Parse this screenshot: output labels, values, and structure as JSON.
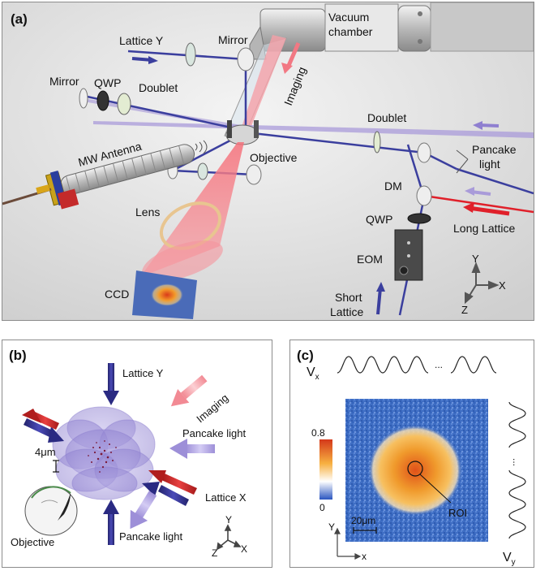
{
  "panel_a": {
    "tag": "(a)",
    "labels": {
      "lattice_y": "Lattice Y",
      "mirror_top": "Mirror",
      "vacuum_line1": "Vacuum",
      "vacuum_line2": "chamber",
      "imaging": "Imaging",
      "mirror_left": "Mirror",
      "qwp_left": "QWP",
      "doublet_left": "Doublet",
      "doublet_right": "Doublet",
      "mw_antenna": "MW Antenna",
      "objective": "Objective",
      "pancake_line1": "Pancake",
      "pancake_line2": "light",
      "dm": "DM",
      "lens": "Lens",
      "qwp_right": "QWP",
      "long_lattice": "Long Lattice",
      "eom": "EOM",
      "ccd": "CCD",
      "short_line1": "Short",
      "short_line2": "Lattice"
    },
    "axes": {
      "y": "Y",
      "x": "X",
      "z": "Z"
    }
  },
  "panel_b": {
    "tag": "(b)",
    "labels": {
      "lattice_y": "Lattice Y",
      "imaging": "Imaging",
      "pancake_right": "Pancake light",
      "scale": "4μm",
      "lattice_x": "Lattice X",
      "objective": "Objective",
      "pancake_bottom": "Pancake light"
    },
    "axes": {
      "y": "Y",
      "x": "X",
      "z": "Z"
    }
  },
  "panel_c": {
    "tag": "(c)",
    "vx_main": "V",
    "vx_sub": "x",
    "vy_main": "V",
    "vy_sub": "y",
    "ellipsis": "...",
    "colorbar_max": "0.8",
    "colorbar_min": "0",
    "scale": "20μm",
    "roi": "ROI",
    "axes": {
      "y": "Y",
      "x": "x"
    }
  },
  "colors": {
    "blue_beam": "#3b3f9e",
    "red_beam": "#e0202a",
    "imaging_pink": "#f5a0a8",
    "pancake_lavender": "#a99bd9"
  }
}
